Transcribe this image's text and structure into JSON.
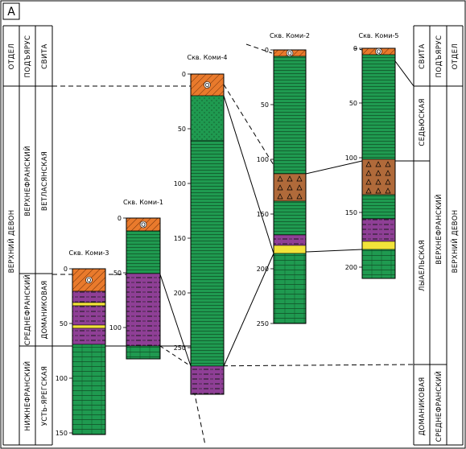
{
  "panel_label": "А",
  "left_headers": {
    "otdel": "ОТДЕЛ",
    "podyarus": "ПОДЪЯРУС",
    "svita": "СВИТА"
  },
  "right_headers": {
    "svita": "СВИТА",
    "podyarus": "ПОДЪЯРУС",
    "otdel": "ОТДЕЛ"
  },
  "left_units": {
    "otdel": "ВЕРХНИЙ ДЕВОН",
    "upper_podyarus": "ВЕРХНЕФРАНСКИЙ",
    "upper_svita": "ВЕТЛАСЯНСКАЯ",
    "middle_podyarus": "СРЕДНЕФРАНСКИЙ",
    "middle_svita": "ДОМАНИКОВАЯ",
    "lower_podyarus": "НИЖНЕФРАНСКИЙ",
    "lower_svita": "УСТЬ-ЯРЕГСКАЯ"
  },
  "right_units": {
    "svita_top": "СЕДЬЮСКАЯ",
    "svita_mid": "ЛЫАЕЛЬСКАЯ",
    "svita_bottom": "ДОМАНИКОВАЯ",
    "podyarus_upper": "ВЕРХНЕФРАНСКИЙ",
    "podyarus_lower": "СРЕДНЕФРАНСКИЙ",
    "otdel": "ВЕРХНИЙ ДЕВОН"
  },
  "quaternary_symbol": "Q",
  "colors": {
    "carbonate": "#1f9a50",
    "quaternary": "#e97a2c",
    "domanik": "#8f3f96",
    "marker": "#f2e33a",
    "evaporite": "#b06a3a",
    "line": "#000000"
  },
  "wells": [
    {
      "name": "Скв. Коми-3",
      "depth_labels": [
        "0",
        "50",
        "100",
        "150"
      ]
    },
    {
      "name": "Скв. Коми-1",
      "depth_labels": [
        "0",
        "50",
        "100"
      ]
    },
    {
      "name": "Скв. Коми-4",
      "depth_labels": [
        "0",
        "50",
        "100",
        "150",
        "200",
        "250"
      ]
    },
    {
      "name": "Скв. Коми-2",
      "depth_labels": [
        "0",
        "50",
        "100",
        "150",
        "200",
        "250"
      ]
    },
    {
      "name": "Скв. Коми-5",
      "depth_labels": [
        "0",
        "50",
        "100",
        "150",
        "200"
      ]
    }
  ]
}
